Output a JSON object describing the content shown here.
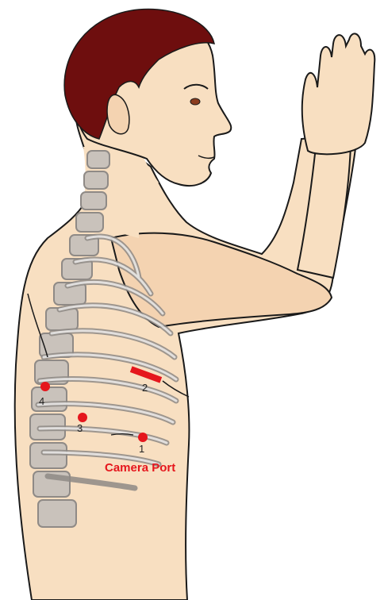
{
  "ports": [
    {
      "label": "1"
    },
    {
      "label": "2"
    },
    {
      "label": "3"
    },
    {
      "label": "4"
    }
  ],
  "camera_port_label": "Camera Port",
  "colors": {
    "skin": "#f8dfc1",
    "outline": "#1a1a1a",
    "hair": "#6e0e0e",
    "bone": "#c9c2bb",
    "bone_stroke": "#8f8a86",
    "port": "#e5161d",
    "camera_text": "#e5161d",
    "eye": "#8b3c1e"
  }
}
